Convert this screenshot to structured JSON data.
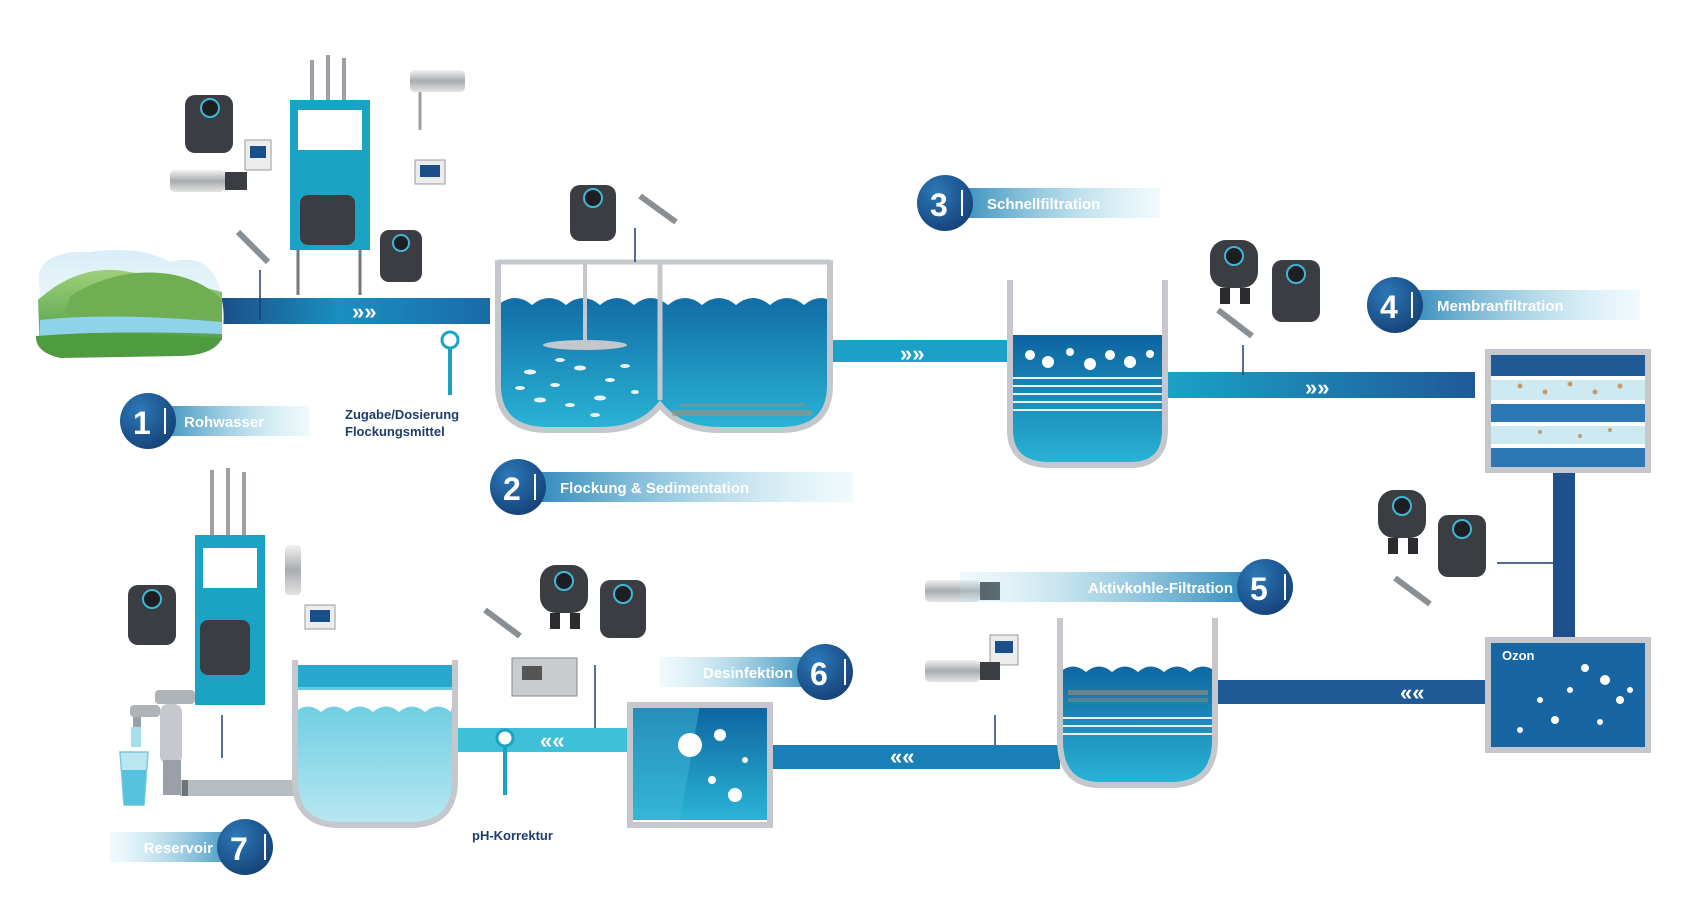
{
  "steps": [
    {
      "number": "1",
      "label": "Rohwasser"
    },
    {
      "number": "2",
      "label": "Flockung & Sedimentation"
    },
    {
      "number": "3",
      "label": "Schnellfiltration"
    },
    {
      "number": "4",
      "label": "Membranfiltration"
    },
    {
      "number": "5",
      "label": "Aktivkohle-Filtration"
    },
    {
      "number": "6",
      "label": "Desinfektion"
    },
    {
      "number": "7",
      "label": "Reservoir"
    }
  ],
  "notes": {
    "dosing_line1": "Zugabe/Dosierung",
    "dosing_line2": "Flockungsmittel",
    "ph": "pH-Korrektur",
    "ozon": "Ozon"
  },
  "flow_arrows": {
    "forward": "»»",
    "backward": "««"
  },
  "colors": {
    "pipe_dark": "#1f5a96",
    "pipe_light": "#1ba3c6",
    "water_dark": "#1673a8",
    "water_light": "#27a9cf",
    "tank_wall": "#c4c7cb",
    "badge": "#1f5a96",
    "label_fade": "#2aa7c8"
  },
  "icons": [
    "landscape-icon",
    "dosing-pump-icon",
    "sensor-probe-icon",
    "controller-unit-icon",
    "faucet-icon",
    "glass-icon"
  ]
}
